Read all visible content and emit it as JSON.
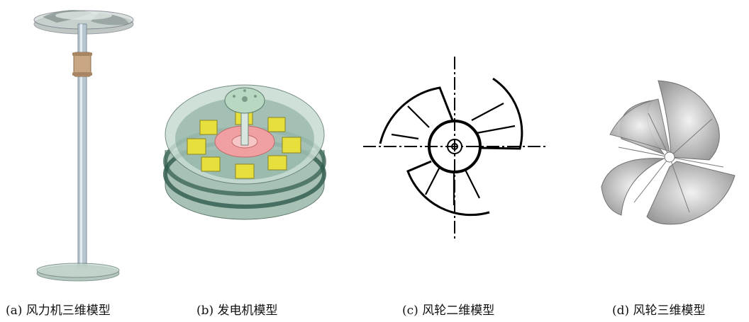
{
  "figure": {
    "panels": [
      {
        "id": "a",
        "caption": "(a) 风力机三维模型",
        "illustration": "wind-turbine-3d-model"
      },
      {
        "id": "b",
        "caption": "(b) 发电机模型",
        "illustration": "generator-model"
      },
      {
        "id": "c",
        "caption": "(c) 风轮二维模型",
        "illustration": "wind-rotor-2d-drawing"
      },
      {
        "id": "d",
        "caption": "(d) 风轮三维模型",
        "illustration": "wind-rotor-3d-model"
      }
    ]
  },
  "colors": {
    "background": "#ffffff",
    "glass": "#a9c4b6",
    "pole": "#b8c6d0",
    "coil": "#e6df3c",
    "magnet_ring": "#f0a0a0",
    "line_drawing": "#000000",
    "rotor_metal": "#b8b8b8"
  }
}
